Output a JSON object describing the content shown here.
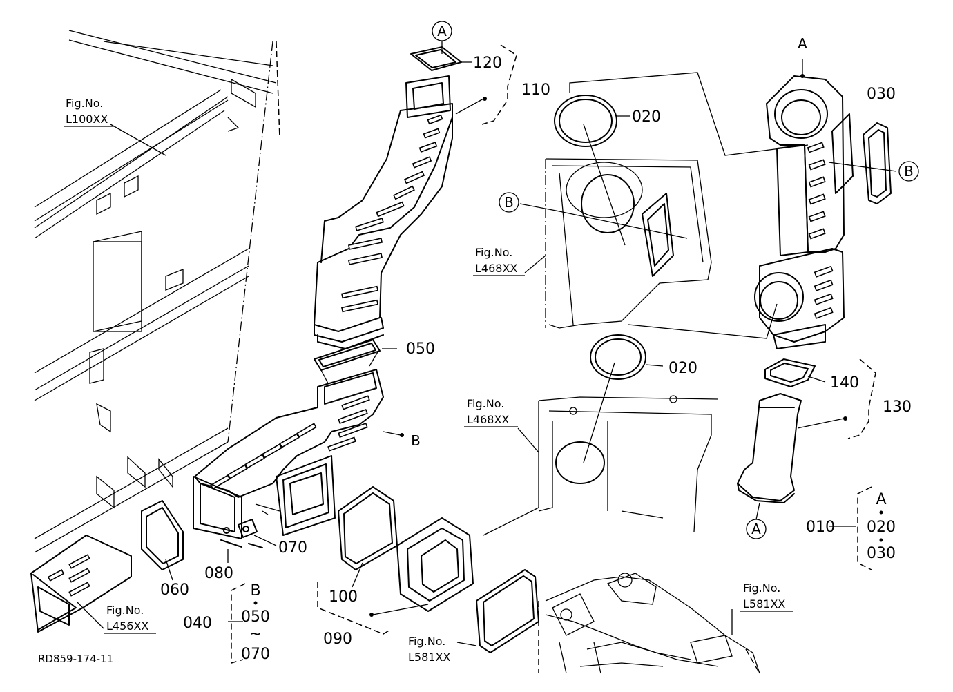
{
  "figure_refs": {
    "l100": "Fig.No.\nL100XX",
    "l468_top": "Fig.No.\nL468XX",
    "l468_mid": "Fig.No.\nL468XX",
    "l456": "Fig.No.\nL456XX",
    "l581_left": "Fig.No.\nL581XX",
    "l581_right": "Fig.No.\nL581XX"
  },
  "fig_parts": {
    "prefix": "Fig.No.",
    "l100": "L100XX",
    "l468": "L468XX",
    "l456": "L456XX",
    "l581": "L581XX"
  },
  "callouts": {
    "a_top_mid": "A",
    "a_top_right": "A",
    "a_bottom": "A",
    "b_left": "B",
    "b_right": "B",
    "b_duct": "B"
  },
  "parts": {
    "p120": "120",
    "p110": "110",
    "p020_top": "020",
    "p020_mid": "020",
    "p030": "030",
    "p050": "050",
    "p140": "140",
    "p130": "130",
    "p070": "070",
    "p080": "080",
    "p060": "060",
    "p100": "100",
    "p090": "090"
  },
  "groups": {
    "g010": {
      "code": "010",
      "letter": "A",
      "a": "020",
      "b": "030"
    },
    "g040": {
      "code": "040",
      "letter": "B",
      "a": "050",
      "tilde": "~",
      "b": "070"
    }
  },
  "drawing_code": "RD859-174-11"
}
